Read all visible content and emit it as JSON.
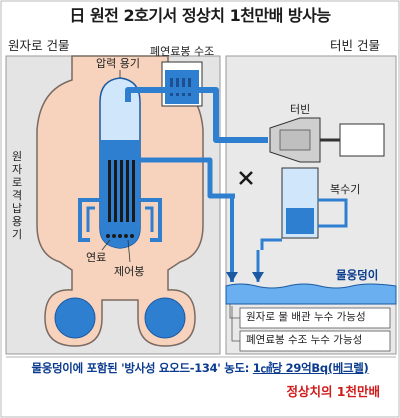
{
  "title": "日 원전 2호기서 정상치 1천만배 방사능",
  "reactor_building": "원자로 건물",
  "turbine_building": "터빈 건물",
  "pressure_vessel": "압력 용기",
  "spent_fuel_pool": "폐연료봉 수조",
  "containment_vessel": "원자로격납용기",
  "turbine": "터빈",
  "condenser": "복수기",
  "fuel": "연료",
  "control_rod": "제어봉",
  "puddle": "물웅덩이",
  "leak_reactor_pipe": "원자로 물 배관 누수 가능성",
  "leak_spent_fuel_pool": "폐연료봉 수조 누수 가능성",
  "footnote": {
    "prefix": "물웅덩이에 포함된 '방사성 요오드-134' 농도: ",
    "value": "1㎤당 29억Bq(베크렐)",
    "comparison": "정상치의 1천만배"
  },
  "colors": {
    "water_blue": "#2f7fd1",
    "vessel_fill": "#f7d3bd",
    "building_fill": "#e4e4e4",
    "alert_red": "#d11a1a",
    "text_blue": "#0b3c8f"
  }
}
